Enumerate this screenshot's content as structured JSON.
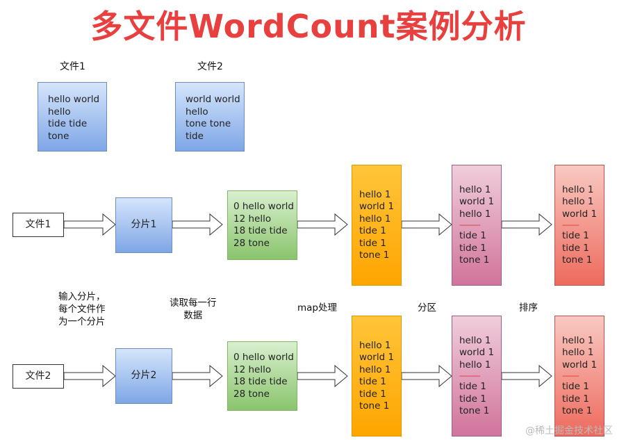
{
  "title": "多文件WordCount案例分析",
  "files": [
    {
      "label": "文件1",
      "lines": [
        "hello world",
        "hello",
        "tide tide",
        "tone"
      ]
    },
    {
      "label": "文件2",
      "lines": [
        "world world",
        "hello",
        "tone tone",
        "tide"
      ]
    }
  ],
  "rows": [
    {
      "input": "文件1",
      "split": "分片1",
      "read": [
        "0 hello world",
        "12 hello",
        "18 tide tide",
        "28 tone"
      ],
      "map": [
        "hello 1",
        "world 1",
        "hello 1",
        "tide 1",
        "tide 1",
        "tone 1"
      ],
      "partition": {
        "top": [
          "hello 1",
          "world 1",
          "hello 1"
        ],
        "divider": "----------",
        "bottom": [
          "tide 1",
          "tide 1",
          "tone 1"
        ]
      },
      "sort": {
        "top": [
          "hello 1",
          "hello 1",
          "world 1"
        ],
        "divider": "--------",
        "bottom": [
          "tide 1",
          "tide 1",
          "tone 1"
        ]
      }
    },
    {
      "input": "文件2",
      "split": "分片2",
      "read": [
        "0 hello world",
        "12 hello",
        "18 tide tide",
        "28 tone"
      ],
      "map": [
        "hello 1",
        "world 1",
        "hello 1",
        "tide 1",
        "tide 1",
        "tone 1"
      ],
      "partition": {
        "top": [
          "hello 1",
          "world 1",
          "hello 1"
        ],
        "divider": "----------",
        "bottom": [
          "tide 1",
          "tide 1",
          "tone 1"
        ]
      },
      "sort": {
        "top": [
          "hello 1",
          "hello 1",
          "world 1"
        ],
        "divider": "--------",
        "bottom": [
          "tide 1",
          "tide 1",
          "tone 1"
        ]
      }
    }
  ],
  "stage_labels": {
    "split": [
      "输入分片，",
      "每个文件作",
      "为一个分片"
    ],
    "read": [
      "读取每一行",
      "数据"
    ],
    "map": "map处理",
    "partition": "分区",
    "sort": "排序"
  },
  "watermark": "@稀土掘金技术社区"
}
